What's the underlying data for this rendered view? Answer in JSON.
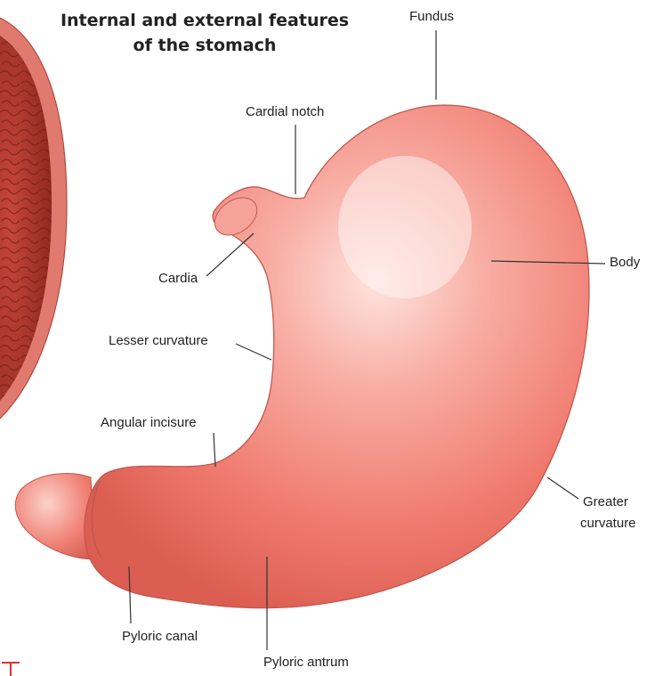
{
  "title": {
    "line1": "Internal and external features",
    "line2": "of the stomach"
  },
  "labels": {
    "fundus": "Fundus",
    "cardial_notch": "Cardial notch",
    "body": "Body",
    "cardia": "Cardia",
    "lesser_curvature": "Lesser curvature",
    "angular_incisure": "Angular incisure",
    "greater_curvature_line1": "Greater",
    "greater_curvature_line2": "curvature",
    "pyloric_canal": "Pyloric canal",
    "pyloric_antrum": "Pyloric antrum"
  },
  "colors": {
    "stomach": "#f07a6e",
    "stomach_highlight": "#fde4de",
    "stomach_outline": "#c0584e",
    "mucosa": "#b5392c",
    "leader_line": "#333333"
  }
}
